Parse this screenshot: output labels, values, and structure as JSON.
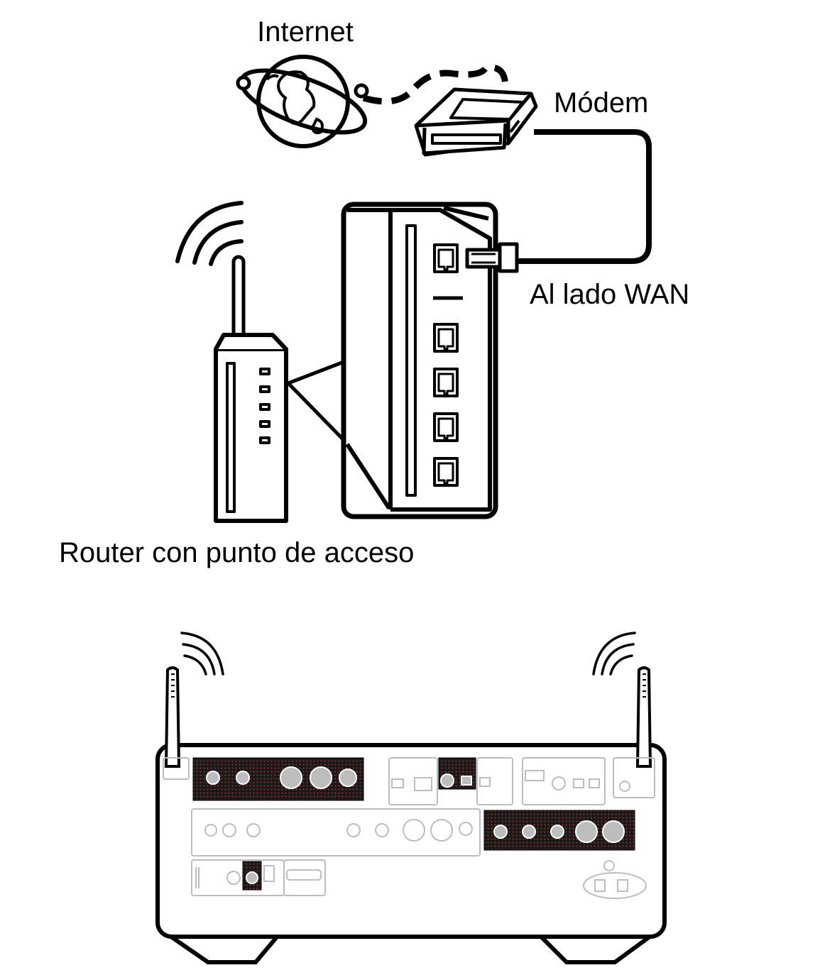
{
  "labels": {
    "internet": "Internet",
    "modem": "Módem",
    "wan_side": "Al lado WAN",
    "router": "Router con punto de acceso"
  },
  "colors": {
    "line": "#000000",
    "background": "#ffffff",
    "faint_panel": "#bdbdbd",
    "dark_panel": "#1a1a1a"
  },
  "icons": [
    "globe-icon",
    "modem-icon",
    "router-icon",
    "wifi-signal-icon",
    "ethernet-port-icon",
    "antenna-icon",
    "amplifier-rear-panel-icon"
  ]
}
